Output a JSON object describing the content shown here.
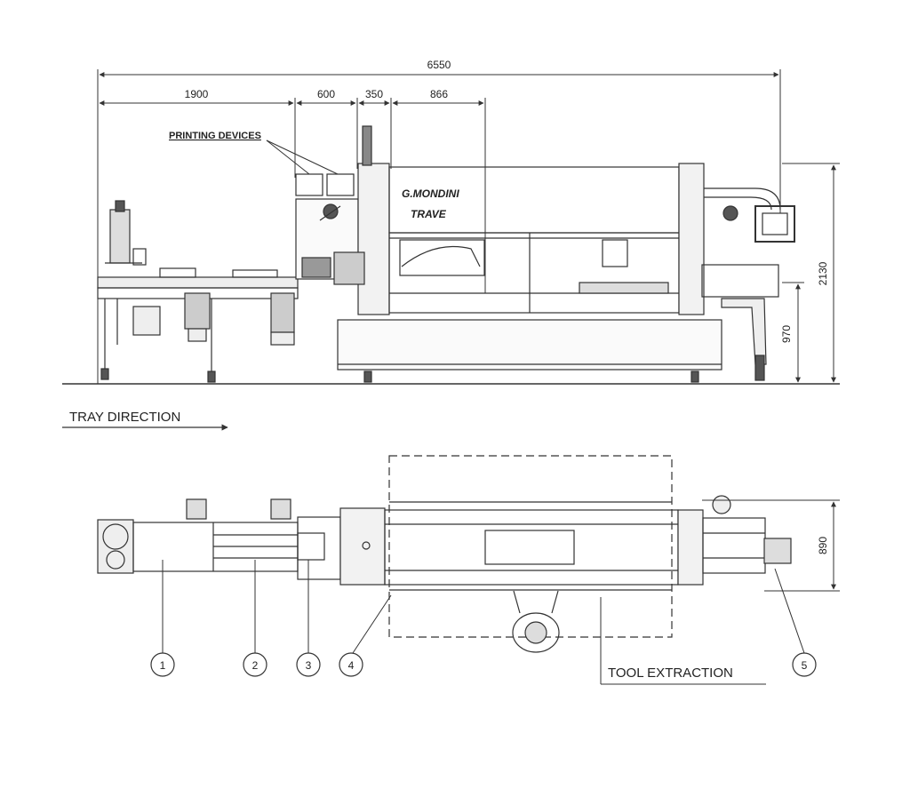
{
  "dimensions": {
    "total_length": "6550",
    "seg1": "1900",
    "seg2": "600",
    "seg3": "350",
    "seg4": "866",
    "height_total": "2130",
    "height_table": "970",
    "width_plan": "890"
  },
  "labels": {
    "printing_devices": "PRINTING DEVICES",
    "tray_direction": "TRAY DIRECTION",
    "tool_extraction": "TOOL EXTRACTION",
    "brand": "G.MONDINI",
    "model": "TRAVE"
  },
  "callouts": [
    "1",
    "2",
    "3",
    "4",
    "5"
  ],
  "colors": {
    "line": "#333333",
    "fill_light": "#eeeeee",
    "fill_dark": "#555555"
  }
}
